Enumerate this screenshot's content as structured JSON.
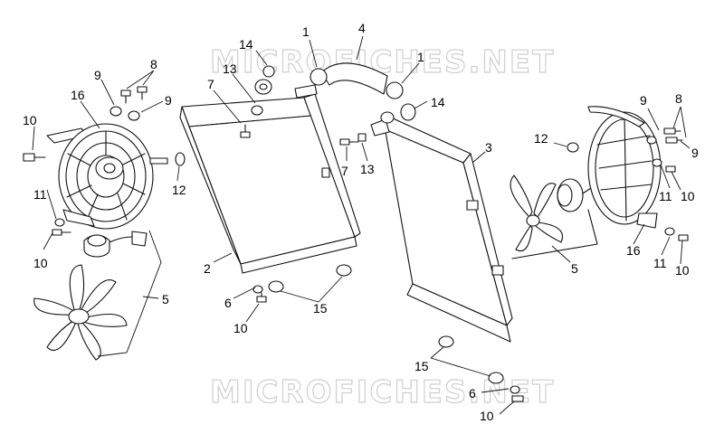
{
  "watermark": {
    "text": "MICROFICHES.NET",
    "color": "#cfcfcf"
  },
  "callouts": [
    {
      "id": "c-14a",
      "text": "14"
    },
    {
      "id": "c-4",
      "text": "4"
    },
    {
      "id": "c-1a",
      "text": "1"
    },
    {
      "id": "c-1b",
      "text": "1"
    },
    {
      "id": "c-8a",
      "text": "8"
    },
    {
      "id": "c-9a",
      "text": "9"
    },
    {
      "id": "c-9b",
      "text": "9"
    },
    {
      "id": "c-16a",
      "text": "16"
    },
    {
      "id": "c-13a",
      "text": "13"
    },
    {
      "id": "c-7a",
      "text": "7"
    },
    {
      "id": "c-10a",
      "text": "10"
    },
    {
      "id": "c-14b",
      "text": "14"
    },
    {
      "id": "c-3",
      "text": "3"
    },
    {
      "id": "c-12a",
      "text": "12"
    },
    {
      "id": "c-7b",
      "text": "7"
    },
    {
      "id": "c-13b",
      "text": "13"
    },
    {
      "id": "c-11a",
      "text": "11"
    },
    {
      "id": "c-12b",
      "text": "12"
    },
    {
      "id": "c-10b",
      "text": "10"
    },
    {
      "id": "c-2",
      "text": "2"
    },
    {
      "id": "c-5a",
      "text": "5"
    },
    {
      "id": "c-6a",
      "text": "6"
    },
    {
      "id": "c-15a",
      "text": "15"
    },
    {
      "id": "c-10c",
      "text": "10"
    },
    {
      "id": "c-9c",
      "text": "9"
    },
    {
      "id": "c-8b",
      "text": "8"
    },
    {
      "id": "c-9d",
      "text": "9"
    },
    {
      "id": "c-11b",
      "text": "11"
    },
    {
      "id": "c-10d",
      "text": "10"
    },
    {
      "id": "c-5b",
      "text": "5"
    },
    {
      "id": "c-16b",
      "text": "16"
    },
    {
      "id": "c-11c",
      "text": "11"
    },
    {
      "id": "c-10e",
      "text": "10"
    },
    {
      "id": "c-15b",
      "text": "15"
    },
    {
      "id": "c-6b",
      "text": "6"
    },
    {
      "id": "c-10f",
      "text": "10"
    }
  ]
}
